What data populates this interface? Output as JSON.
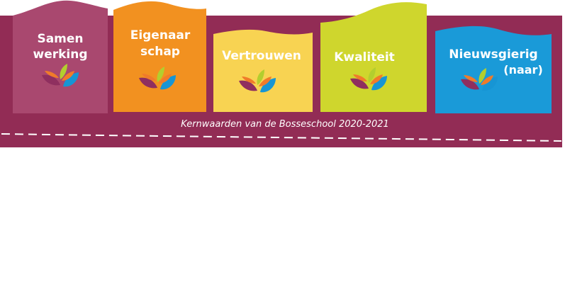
{
  "colors": {
    "banner": "#922c55",
    "dashes": "#ffffff",
    "leaf_purple": "#8f2f5f",
    "leaf_blue": "#1795d4",
    "leaf_orange": "#f07b2a",
    "leaf_green": "#b3ce2e"
  },
  "cards": [
    {
      "key": "samenwerking",
      "lines": [
        "Samen",
        "werking"
      ],
      "color": "#a9486f",
      "icon": "sprout-leaves-icon"
    },
    {
      "key": "eigenaarschap",
      "lines": [
        "Eigenaar",
        "schap"
      ],
      "color": "#f29120",
      "icon": "sprout-leaves-icon"
    },
    {
      "key": "vertrouwen",
      "lines": [
        "Vertrouwen"
      ],
      "color": "#f8d352",
      "icon": "sprout-leaves-icon"
    },
    {
      "key": "kwaliteit",
      "lines": [
        "Kwaliteit"
      ],
      "color": "#cfd62d",
      "icon": "sprout-leaves-icon"
    },
    {
      "key": "nieuwsgierig",
      "lines": [
        "Nieuwsgierig",
        "(naar)"
      ],
      "color": "#1a9ad8",
      "icon": "sprout-leaves-icon"
    }
  ],
  "caption": "Kernwaarden van de Bosseschool 2020-2021"
}
